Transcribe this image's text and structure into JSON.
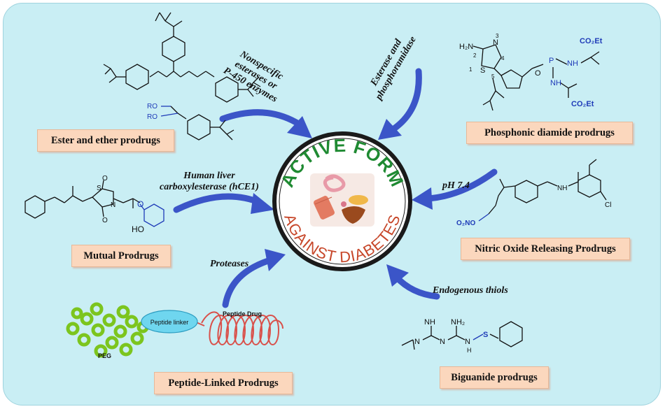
{
  "center": {
    "top_text": "ACTIVE FORM",
    "bottom_text": "AGAINST DIABETES",
    "colors": {
      "top": "#1f8a32",
      "bottom": "#c7472a",
      "ring": "#1a1a1a"
    }
  },
  "prodrugs": {
    "ester_ether": "Ester and ether prodrugs",
    "phosphonic": "Phosphonic diamide prodrugs",
    "mutual": "Mutual Prodrugs",
    "nitric_oxide": "Nitric Oxide Releasing Prodrugs",
    "peptide": "Peptide-Linked Prodrugs",
    "biguanide": "Biguanide prodrugs"
  },
  "enzymes": {
    "nonspecific": [
      "Nonspecific",
      "esterases or",
      "P-450 enzymes"
    ],
    "esterase_phos": [
      "Esterase and",
      "phosphoramidase"
    ],
    "hce1": [
      "Human liver",
      "carboxylesterase (hCE1)"
    ],
    "ph": "pH 7.4",
    "proteases": "Proteases",
    "thiols": "Endogenous thiols"
  },
  "molecules": {
    "ester": {
      "ro1": "RO",
      "ro2": "RO"
    },
    "phosphonic": {
      "nh2": "H₂N",
      "n": "N",
      "s": "S",
      "p": "P",
      "o": "O",
      "nh_a": "NH",
      "nh_b": "NH",
      "co2et_a": "CO₂Et",
      "co2et_b": "CO₂Et",
      "n1": "1",
      "n2": "2",
      "n3": "3",
      "n4": "4",
      "n5": "5"
    },
    "mutual": {
      "s": "S",
      "n": "N",
      "o": "O",
      "ho": "HO"
    },
    "nitric": {
      "o2no": "O₂NO",
      "nh": "NH",
      "cl": "Cl"
    },
    "biguanide": {
      "nh": "NH",
      "nh2": "NH₂",
      "n": "N",
      "s": "S",
      "h": "H"
    },
    "peptide": {
      "linker": "Peptide linker",
      "drug": "Peptide Drug",
      "peg": "PEG"
    }
  },
  "colors": {
    "arrow": "#3b55c8",
    "blue_group": "#1f3bb8",
    "peg_green": "#7cc51e",
    "box_fill": "#fbd7bd"
  }
}
